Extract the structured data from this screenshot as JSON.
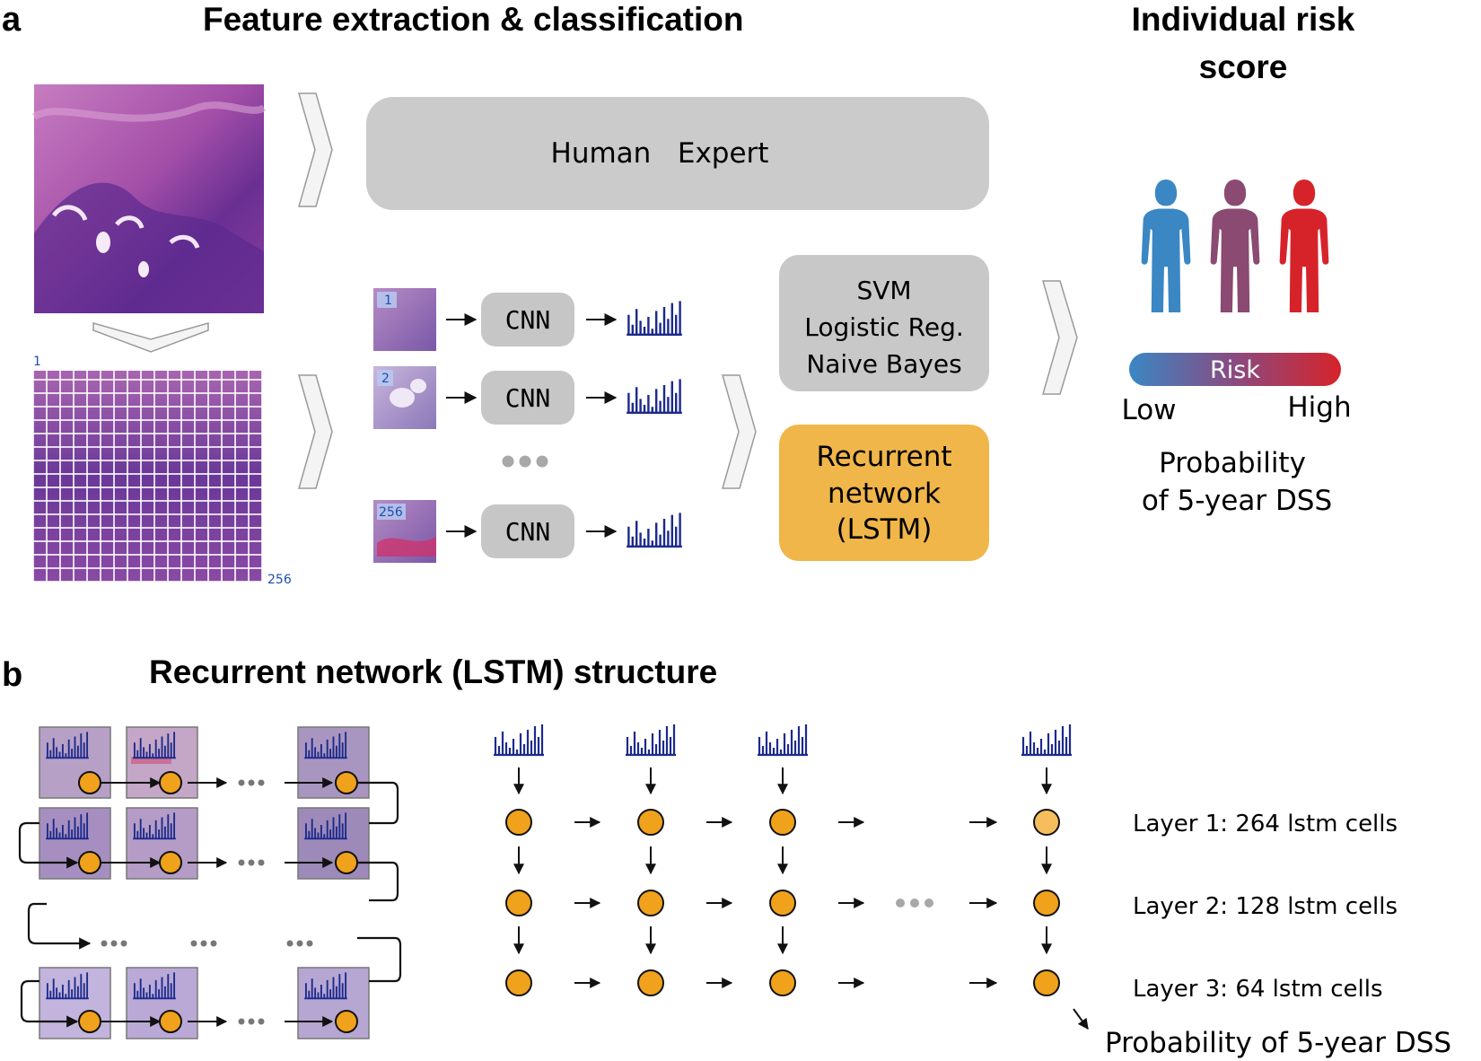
{
  "panel_a": {
    "letter": "a",
    "title": "Feature extraction & classification",
    "risk_title_line1": "Individual risk",
    "risk_title_line2": "score",
    "grid_first_label": "1",
    "grid_last_label": "256",
    "expert_label": "Human   Expert",
    "tiles": [
      {
        "label": "1"
      },
      {
        "label": "2"
      },
      {
        "label": "256"
      }
    ],
    "cnn_label": "CNN",
    "classic_classifiers": [
      "SVM",
      "Logistic Reg.",
      "Naive Bayes"
    ],
    "rnn_lines": [
      "Recurrent",
      "network",
      "(LSTM)"
    ],
    "risk_bar_label": "Risk",
    "risk_low": "Low",
    "risk_high": "High",
    "prob_line1": "Probability",
    "prob_line2": "of 5-year DSS",
    "colors": {
      "expert_box": "#cbcbcb",
      "cnn_box": "#c6c6c6",
      "classic_box": "#c8c8c8",
      "rnn_box": "#f0b64a",
      "person_low": "#3a87c4",
      "person_mid": "#8a4a72",
      "person_high": "#d6232a",
      "histogram": "#1c2a8c",
      "tissue": "#a34fa8"
    }
  },
  "panel_b": {
    "letter": "b",
    "title": "Recurrent network (LSTM) structure",
    "layers": [
      "Layer 1: 264 lstm cells",
      "Layer 2: 128 lstm cells",
      "Layer 3: 64 lstm cells"
    ],
    "output_label": "Probability of 5-year DSS",
    "colors": {
      "cell": "#f0a21c",
      "cell_light": "#f5bd5c"
    }
  }
}
